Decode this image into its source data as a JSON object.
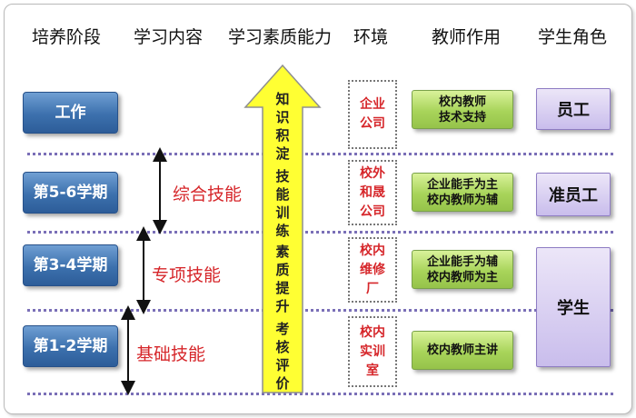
{
  "headers": [
    "培养阶段",
    "学习内容",
    "学习素质能力",
    "环境",
    "教师作用",
    "学生角色"
  ],
  "stages": [
    "工作",
    "第5-6学期",
    "第3-4学期",
    "第1-2学期"
  ],
  "skills": [
    "综合技能",
    "专项技能",
    "基础技能"
  ],
  "arrow_labels": [
    [
      "知",
      "识",
      "积",
      "淀"
    ],
    [
      "技",
      "能",
      "训",
      "练"
    ],
    [
      "素",
      "质",
      "提",
      "升"
    ],
    [
      "考",
      "核",
      "评",
      "价"
    ]
  ],
  "environments": [
    [
      "企业",
      "公司"
    ],
    [
      "校外",
      "和晟",
      "公司"
    ],
    [
      "校内",
      "维修",
      "厂"
    ],
    [
      "校内",
      "实训",
      "室"
    ]
  ],
  "teacher_roles": [
    [
      "校内教师",
      "技术支持"
    ],
    [
      "企业能手为主",
      "校内教师为辅"
    ],
    [
      "企业能手为辅",
      "校内教师为主"
    ],
    [
      "校内教师主讲"
    ]
  ],
  "student_roles": [
    "员工",
    "准员工",
    "学生"
  ],
  "colors": {
    "stage_blue": "#3c70ad",
    "skill_red": "#d6262a",
    "arrow_yellow": "#ffff33",
    "teacher_green": "#a8d45a",
    "role_purple": "#c9bdec",
    "divider": "#7a6fb7"
  }
}
